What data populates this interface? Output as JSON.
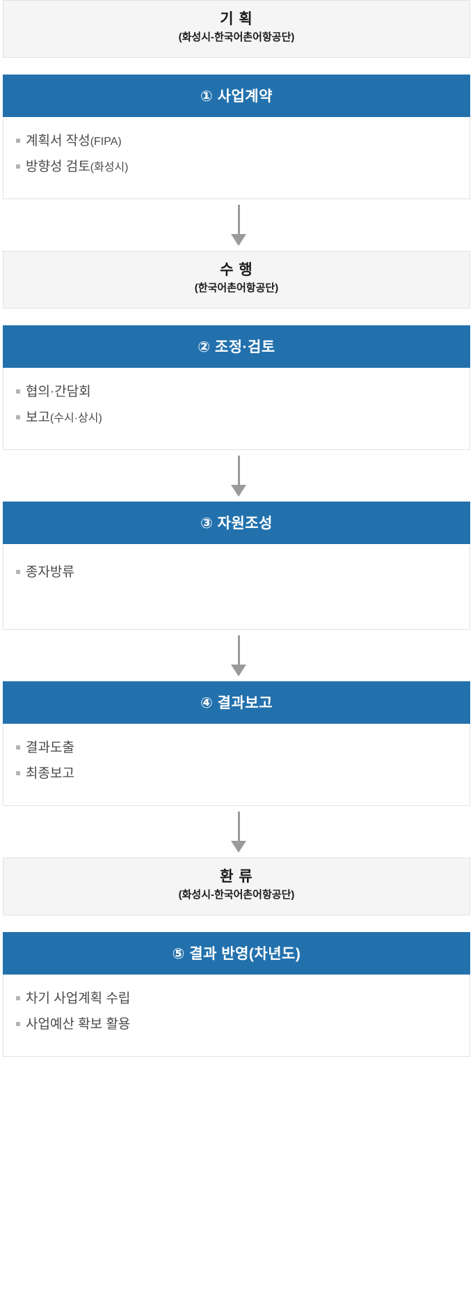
{
  "diagram": {
    "accent_blue": "#2271ad",
    "stage_bg": "#f5f5f5",
    "bullet_color": "#b5b5b5",
    "arrow_color": "#9a9a9a",
    "nodes": [
      {
        "kind": "stage",
        "title": "기 획",
        "subtitle": "(화성시-한국어촌어항공단)"
      },
      {
        "kind": "step",
        "header": "① 사업계약",
        "bullets": [
          {
            "main": "계획서 작성",
            "paren": "(FIPA)"
          },
          {
            "main": "방향성 검토",
            "paren": "(화성시)"
          }
        ]
      },
      {
        "kind": "arrow",
        "label": "arrow-down"
      },
      {
        "kind": "stage",
        "title": "수 행",
        "subtitle": "(한국어촌어항공단)"
      },
      {
        "kind": "step",
        "header": "② 조정·검토",
        "bullets": [
          {
            "main": "협의·간담회",
            "paren": ""
          },
          {
            "main": "보고",
            "paren": "(수시·상시)"
          }
        ]
      },
      {
        "kind": "arrow",
        "label": "arrow-down"
      },
      {
        "kind": "step",
        "header": "③ 자원조성",
        "bullets": [
          {
            "main": "종자방류",
            "paren": ""
          }
        ]
      },
      {
        "kind": "arrow",
        "label": "arrow-down"
      },
      {
        "kind": "step",
        "header": "④ 결과보고",
        "bullets": [
          {
            "main": "결과도출",
            "paren": ""
          },
          {
            "main": "최종보고",
            "paren": ""
          }
        ]
      },
      {
        "kind": "arrow",
        "label": "arrow-down"
      },
      {
        "kind": "stage",
        "title": "환 류",
        "subtitle": "(화성시-한국어촌어항공단)"
      },
      {
        "kind": "step",
        "header": "⑤ 결과 반영(차년도)",
        "bullets": [
          {
            "main": "차기 사업계획 수립",
            "paren": ""
          },
          {
            "main": "사업예산 확보 활용",
            "paren": ""
          }
        ]
      }
    ]
  }
}
